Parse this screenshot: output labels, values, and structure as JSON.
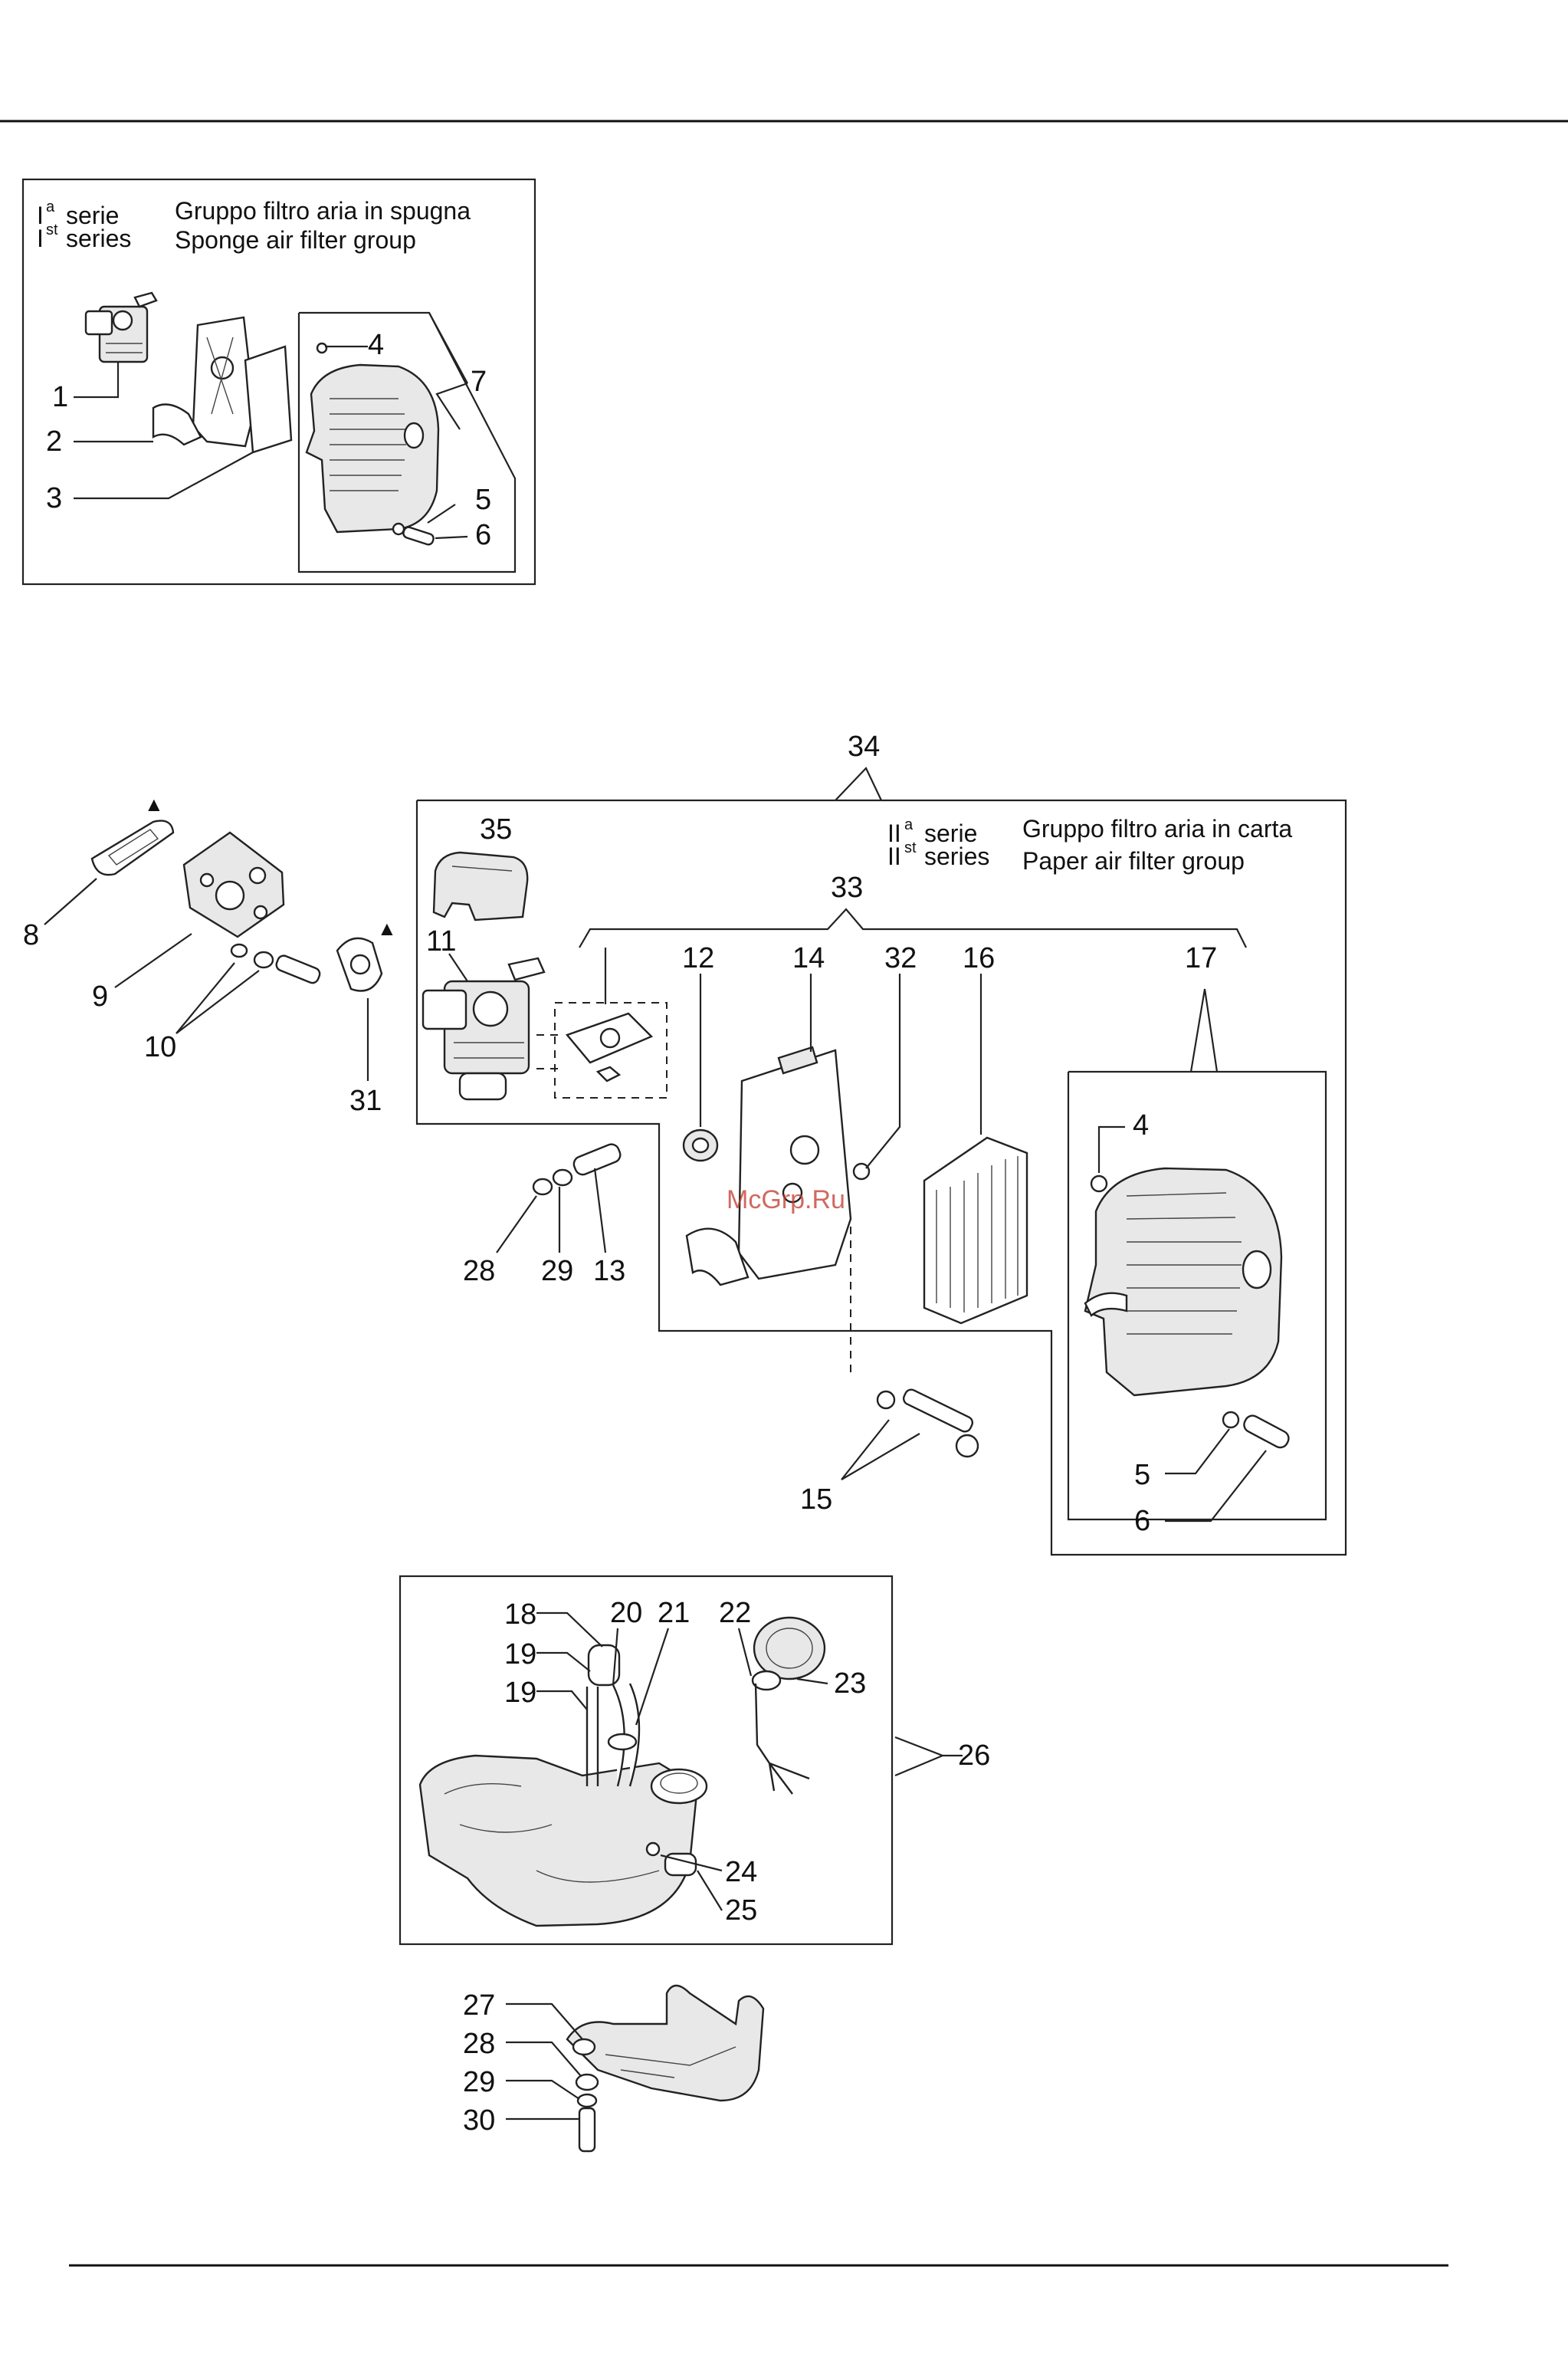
{
  "groups": {
    "first_series": {
      "series_roman": "I",
      "series_sup_it": "a",
      "series_word_it": "serie",
      "series_sup_en": "st",
      "series_word_en": "series",
      "title_it": "Gruppo filtro aria in spugna",
      "title_en": "Sponge air filter group"
    },
    "second_series": {
      "series_roman": "II",
      "series_sup_it": "a",
      "series_word_it": "serie",
      "series_sup_en": "st",
      "series_word_en": "series",
      "title_it": "Gruppo filtro aria in carta",
      "title_en": "Paper air filter group"
    }
  },
  "callouts": {
    "c1": "1",
    "c2": "2",
    "c3": "3",
    "c4a": "4",
    "c5a": "5",
    "c6a": "6",
    "c7": "7",
    "c8": "8",
    "c9": "9",
    "c10": "10",
    "c31": "31",
    "c34": "34",
    "c35": "35",
    "c33": "33",
    "c11": "11",
    "c12": "12",
    "c14": "14",
    "c32": "32",
    "c16": "16",
    "c17": "17",
    "c4b": "4",
    "c5b": "5",
    "c6b": "6",
    "c15": "15",
    "c28a": "28",
    "c29a": "29",
    "c13": "13",
    "c18": "18",
    "c19a": "19",
    "c19b": "19",
    "c20": "20",
    "c21": "21",
    "c22": "22",
    "c23": "23",
    "c26": "26",
    "c24": "24",
    "c25": "25",
    "c27": "27",
    "c28b": "28",
    "c29b": "29",
    "c30": "30"
  },
  "markers": {
    "triangle": "▲"
  },
  "watermark": "McGrp.Ru"
}
